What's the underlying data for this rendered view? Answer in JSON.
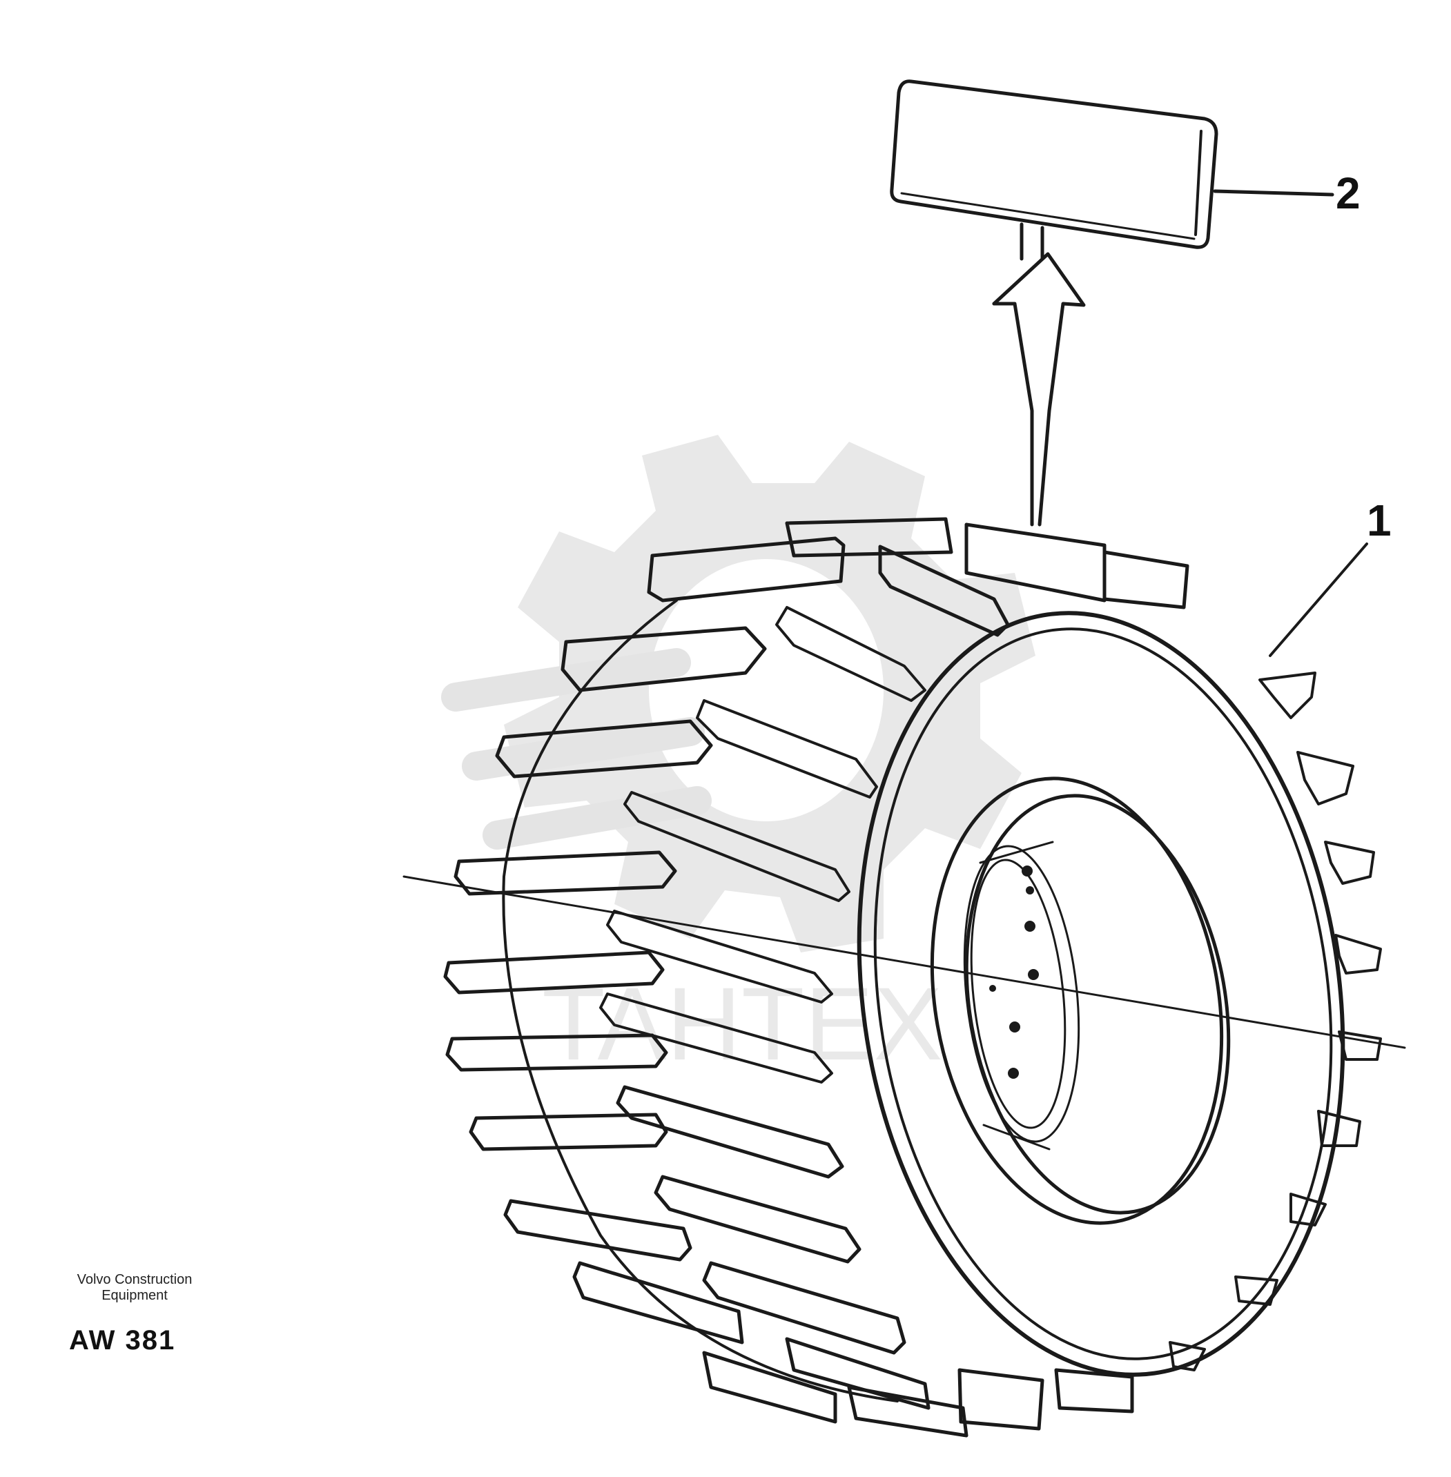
{
  "callouts": {
    "part_1": "1",
    "part_2": "2"
  },
  "footer": {
    "manufacturer_line1": "Volvo Construction",
    "manufacturer_line2": "Equipment",
    "drawing_code": "AW 381"
  },
  "watermark": {
    "text": "TAHTEX"
  },
  "colors": {
    "ink": "#1a1a1a",
    "watermark": "#e6e6e6",
    "background": "#ffffff"
  }
}
